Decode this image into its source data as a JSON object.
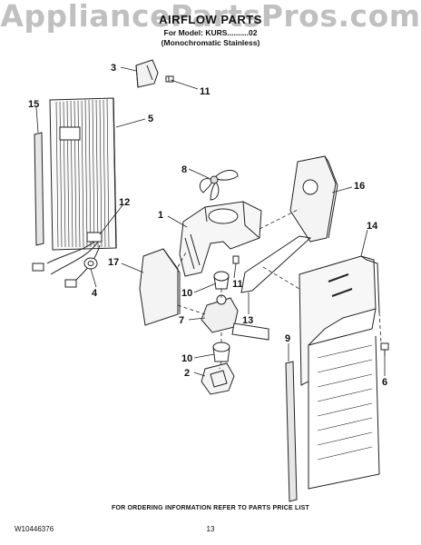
{
  "watermark": "AppliancePartsPros.com",
  "title": "AIRFLOW PARTS",
  "subtitle_model": "For Model: KURS..........02",
  "subtitle_color": "(Monochromatic Stainless)",
  "footer": "FOR ORDERING INFORMATION REFER TO PARTS PRICE LIST",
  "doc_number": "W10446376",
  "page_number": "13",
  "callouts": [
    "1",
    "2",
    "3",
    "4",
    "5",
    "6",
    "7",
    "8",
    "9",
    "10",
    "10",
    "11",
    "11",
    "12",
    "13",
    "14",
    "15",
    "16",
    "17"
  ]
}
